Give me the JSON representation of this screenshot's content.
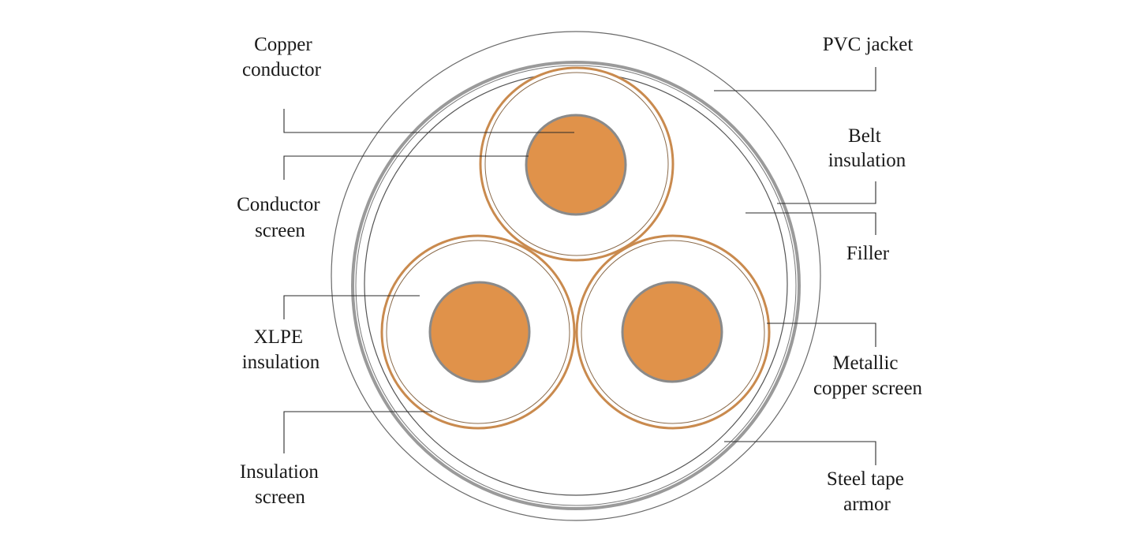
{
  "labels": {
    "copper_conductor": [
      "Copper",
      "conductor"
    ],
    "conductor_screen": [
      "Conductor",
      "screen"
    ],
    "xlpe_insulation": [
      "XLPE",
      "insulation"
    ],
    "insulation_screen": [
      "Insulation",
      "screen"
    ],
    "pvc_jacket": [
      "PVC jacket"
    ],
    "belt_insulation": [
      "Belt",
      "insulation"
    ],
    "filler": [
      "Filler"
    ],
    "metallic_copper_screen": [
      "Metallic",
      "copper screen"
    ],
    "steel_tape_armor": [
      "Steel tape",
      "armor"
    ]
  },
  "colors": {
    "conductor_fill": "#e0924a",
    "copper_screen": "#c98a4e",
    "steel_armor": "#9a9a9a",
    "outline": "#555555",
    "leader_line": "#2a2a2a"
  }
}
